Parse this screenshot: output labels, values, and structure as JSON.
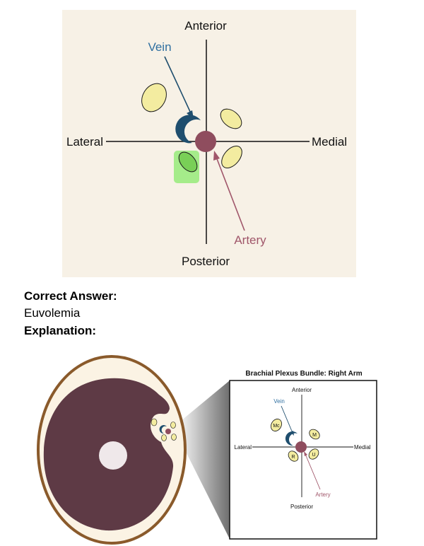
{
  "top_diagram": {
    "bg_color": "#f7f1e6",
    "labels": {
      "anterior": "Anterior",
      "posterior": "Posterior",
      "lateral": "Lateral",
      "medial": "Medial",
      "vein": "Vein",
      "artery": "Artery"
    },
    "colors": {
      "vein": "#1f4e6e",
      "vein_label": "#2f6fa0",
      "artery": "#8f4d5e",
      "artery_label": "#a0566a",
      "nerve_fill": "#f3eca0",
      "nerve_stroke": "#1a1a1a",
      "highlight": "#94e878",
      "highlight_nerve": "#79cf57"
    }
  },
  "answer": {
    "correct_label": "Correct Answer:",
    "correct_value": "Euvolemia",
    "explanation_label": "Explanation:"
  },
  "bottom_diagram": {
    "title": "Brachial Plexus Bundle: Right Arm",
    "labels": {
      "anterior": "Anterior",
      "posterior": "Posterior",
      "lateral": "Lateral",
      "medial": "Medial",
      "vein": "Vein",
      "artery": "Artery"
    },
    "nerve_labels": {
      "mc": "Mc",
      "m": "M",
      "r": "R",
      "u": "U"
    },
    "colors": {
      "arm_outer": "#8a5a2b",
      "arm_skin": "#fbf3e4",
      "arm_muscle": "#5e3a45",
      "bone": "#efe8ea"
    }
  }
}
